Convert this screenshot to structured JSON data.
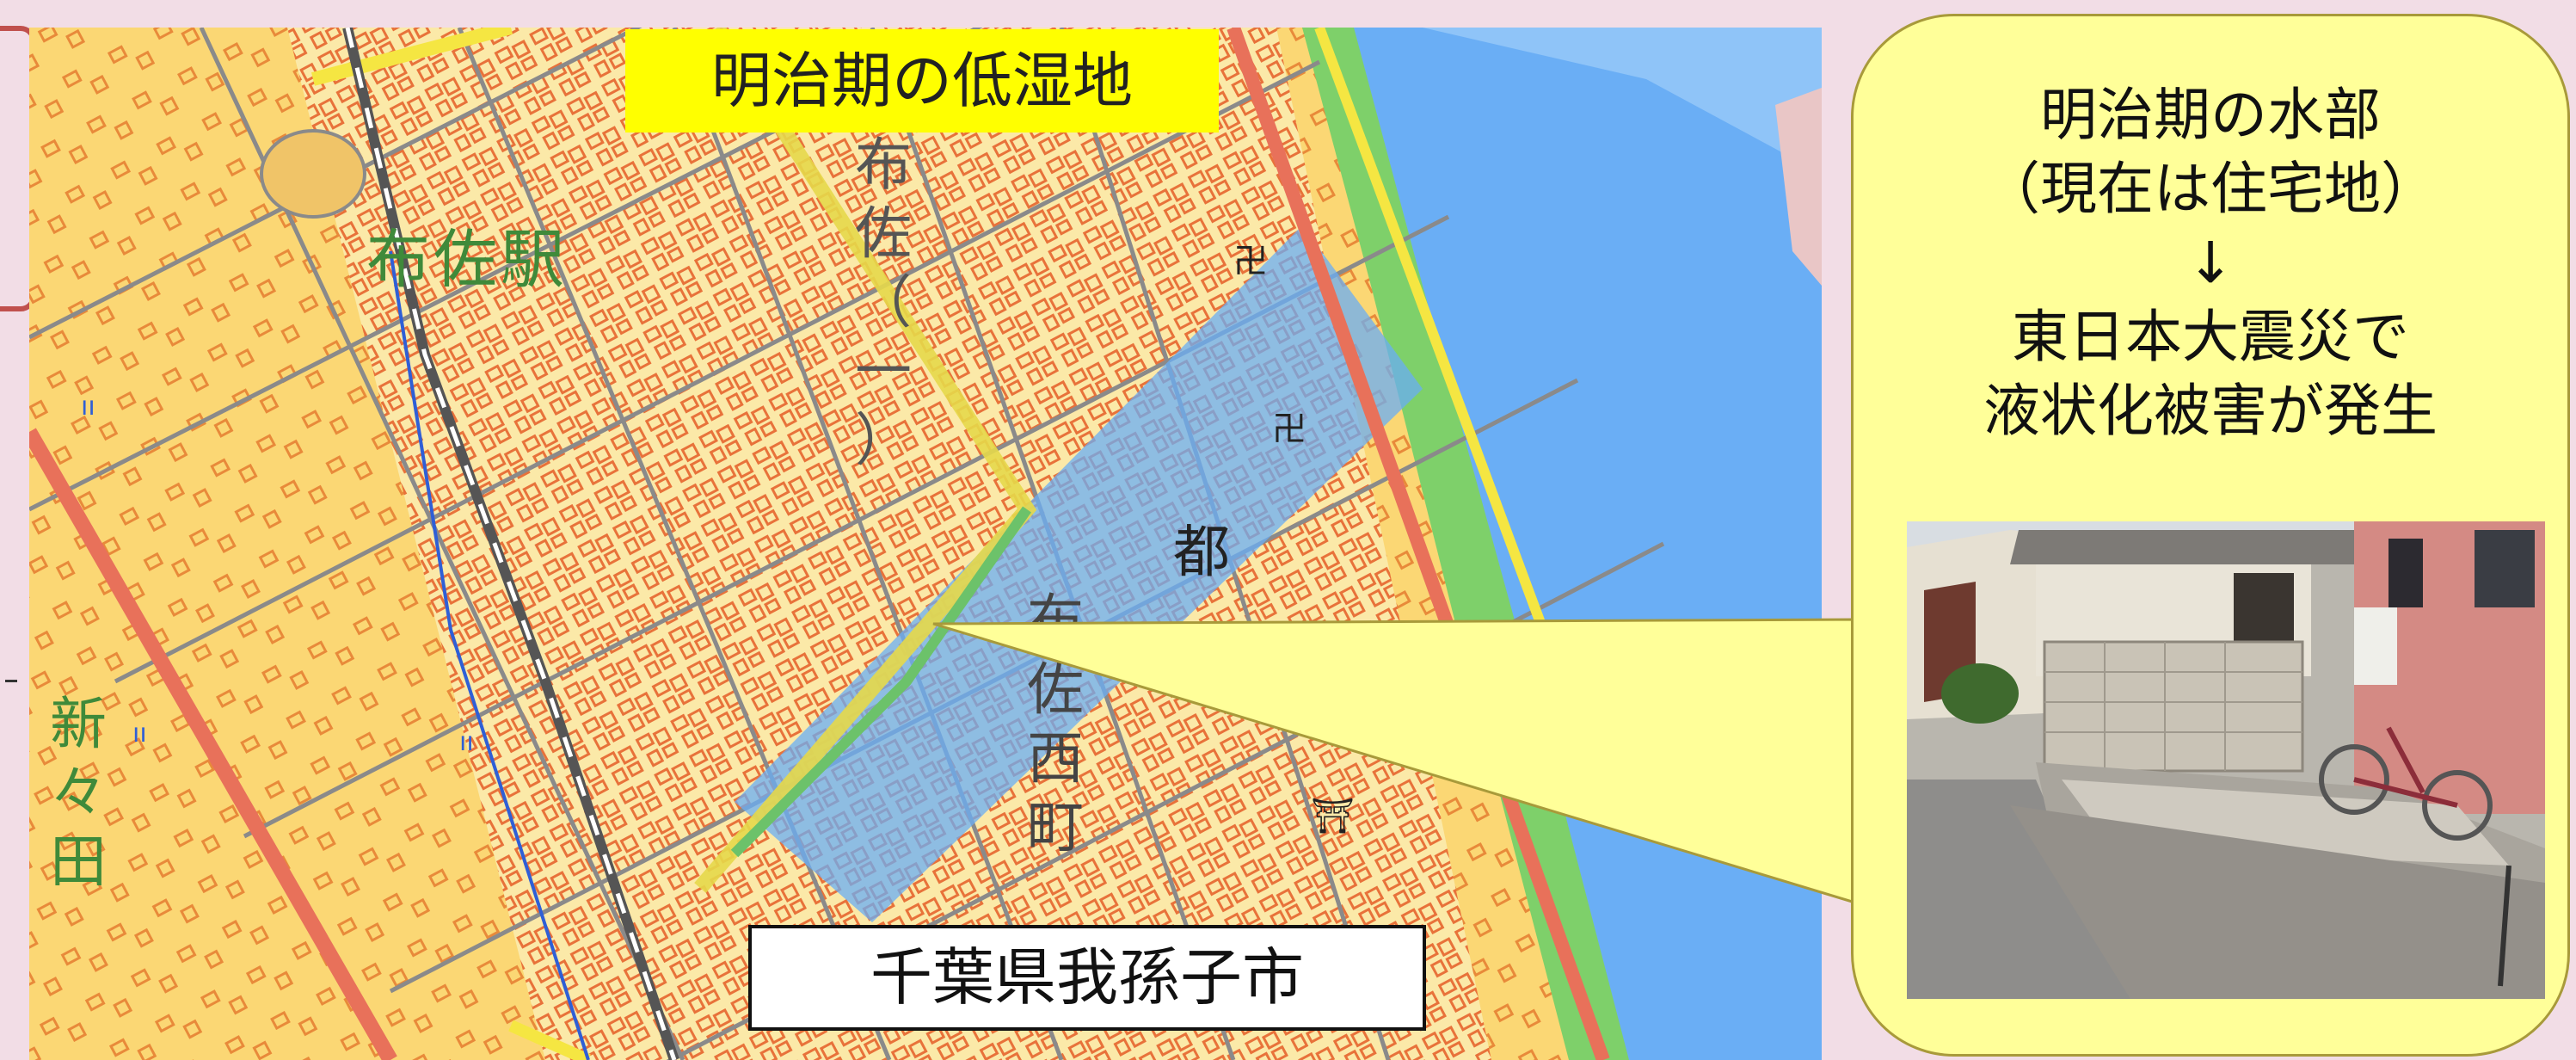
{
  "map": {
    "title_label": "明治期の低湿地",
    "station_label": "布佐駅",
    "town_labels": {
      "left": [
        "新",
        "々",
        "田"
      ],
      "center_top": [
        "布",
        "佐",
        "（",
        "一",
        "）"
      ],
      "center": "都",
      "center_bottom": [
        "布",
        "佐",
        "西",
        "町"
      ]
    },
    "city_label": "千葉県我孫子市",
    "colors": {
      "residential": "#fbd774",
      "building": "#e8723a",
      "water": "#6aaef5",
      "former_wetland": "#7aa6e8",
      "levee": "#7ed06a",
      "railway": "#555555",
      "major_road": "#e8715a",
      "highlight_road": "#f5e642"
    }
  },
  "callout": {
    "lines": [
      "明治期の水部",
      "（現在は住宅地）",
      "↓",
      "東日本大震災で",
      "液状化被害が発生"
    ],
    "photo_description_icon": "damaged-street-photo"
  }
}
